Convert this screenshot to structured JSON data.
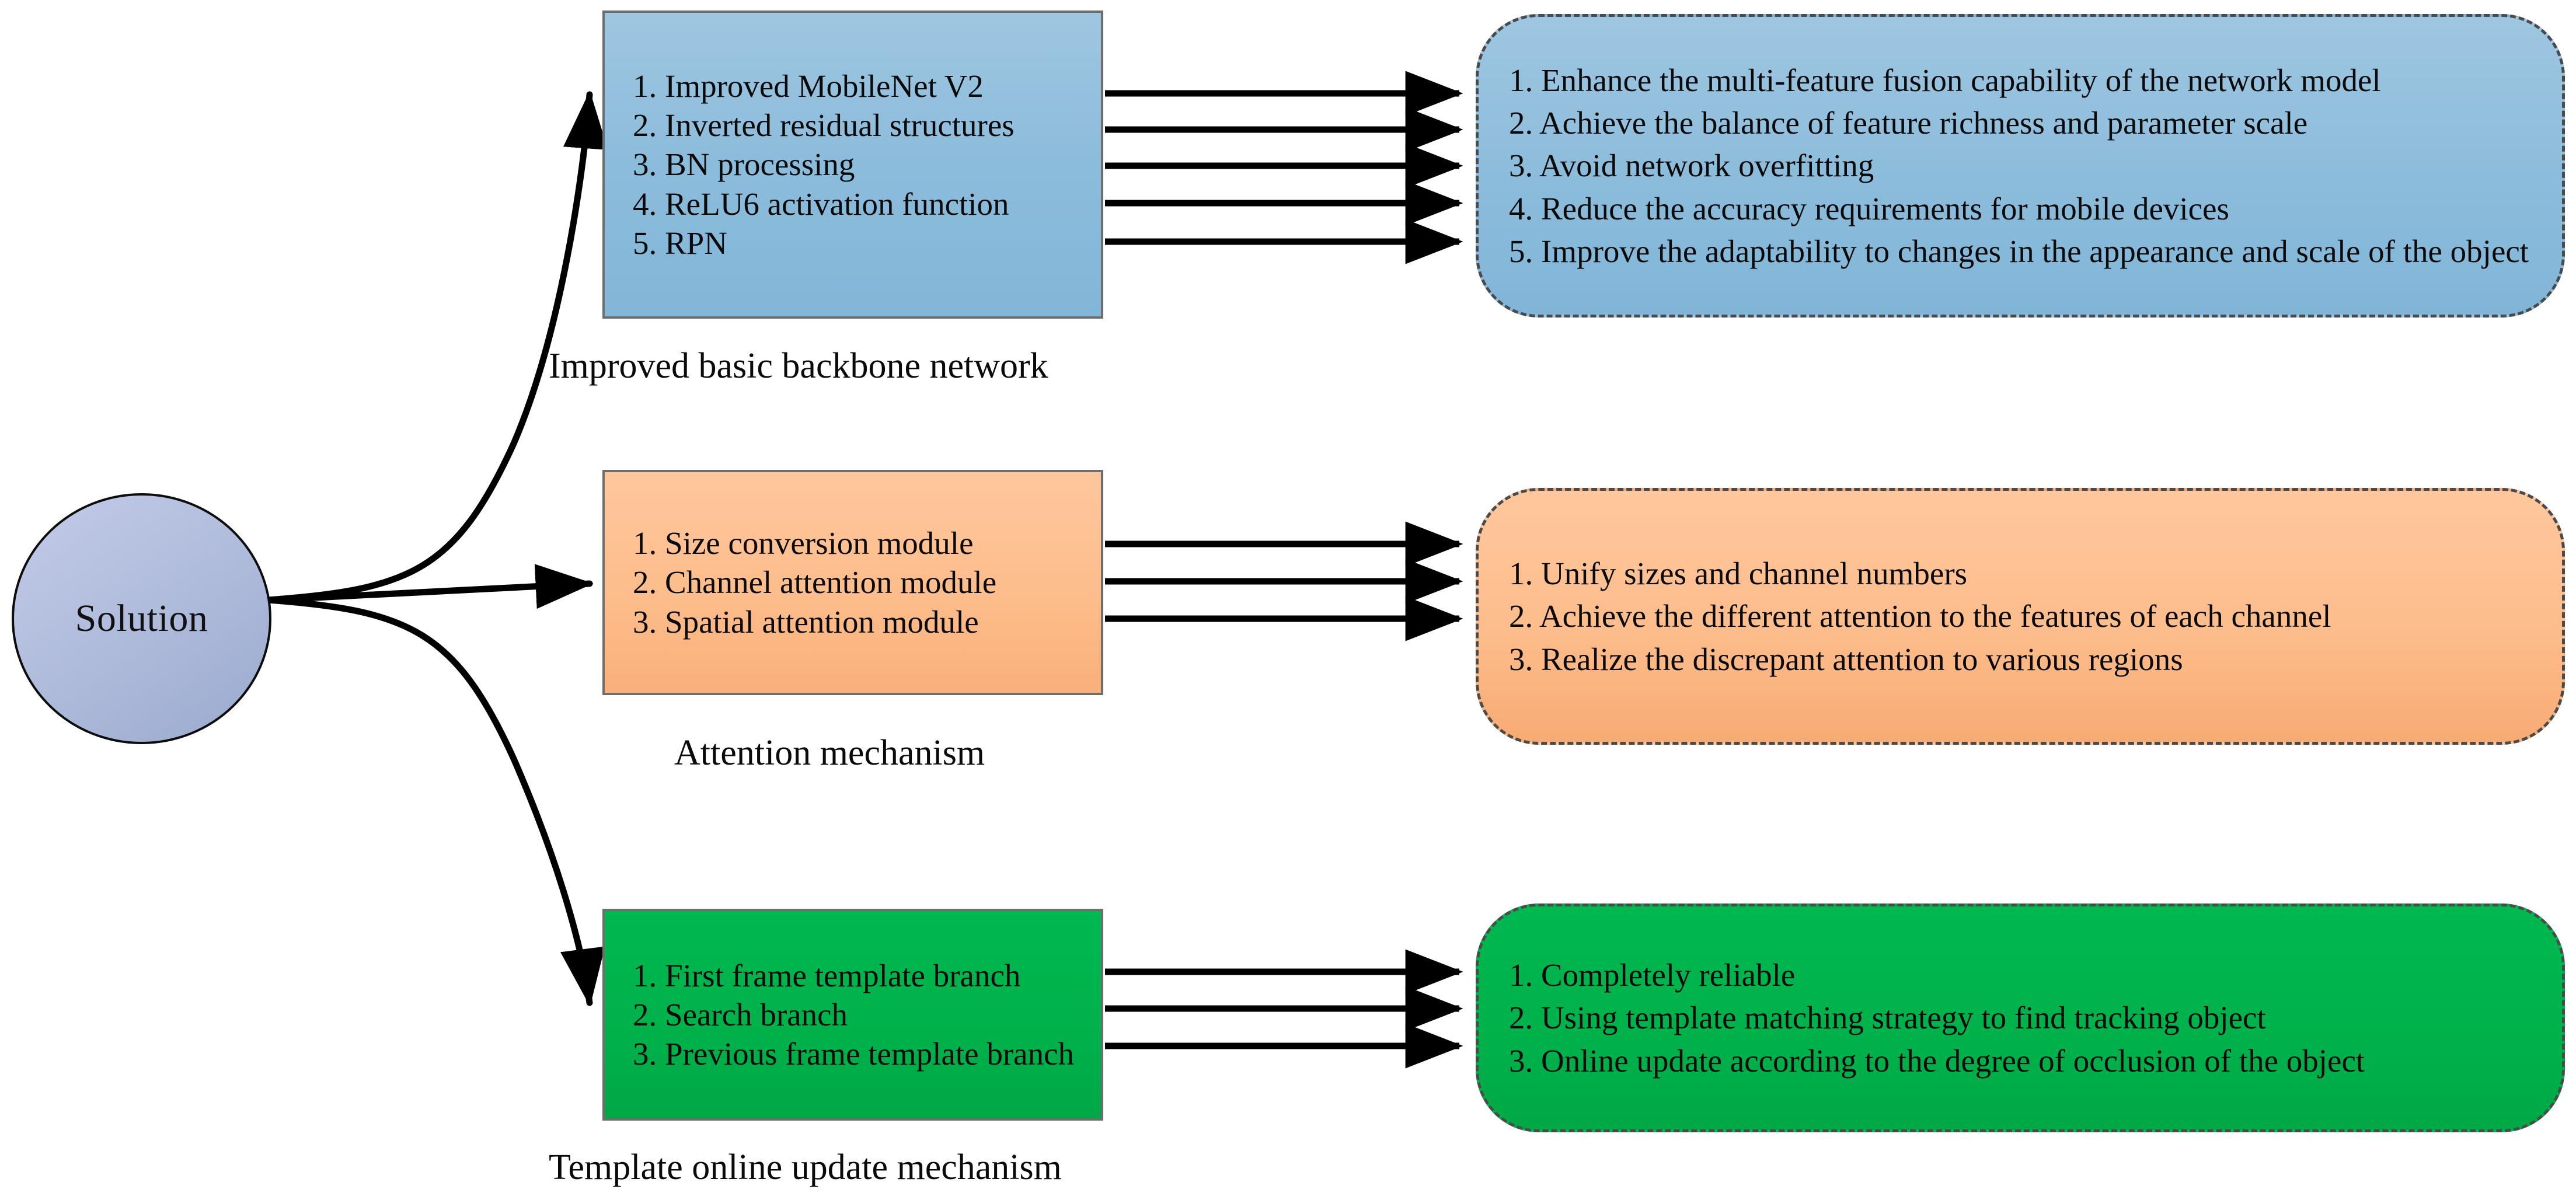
{
  "diagram": {
    "root": {
      "label": "Solution",
      "shape": "ellipse",
      "fill": "#aebada"
    },
    "branches": [
      {
        "id": "backbone",
        "caption": "Improved basic backbone network",
        "color": "#8cbcdb",
        "source_items": [
          "1. Improved MobileNet V2",
          "2. Inverted residual structures",
          "3. BN processing",
          "4. ReLU6 activation function",
          "5. RPN"
        ],
        "target_items": [
          "1. Enhance the multi-feature fusion capability of the network model",
          "2. Achieve the balance of feature richness and parameter scale",
          "3. Avoid network overfitting",
          "4. Reduce the accuracy requirements for mobile devices",
          "5. Improve the adaptability to changes in the appearance and scale of the object"
        ]
      },
      {
        "id": "attention",
        "caption": "Attention mechanism",
        "color": "#fdbd8c",
        "source_items": [
          "1. Size conversion module",
          "2. Channel attention module",
          "3. Spatial attention module"
        ],
        "target_items": [
          "1. Unify sizes and channel numbers",
          "2. Achieve the different attention to the features of each channel",
          "3. Realize the discrepant attention to various regions"
        ]
      },
      {
        "id": "template",
        "caption": "Template online update mechanism",
        "color": "#00b14a",
        "source_items": [
          "1. First frame template branch",
          "2. Search branch",
          "3. Previous frame template branch"
        ],
        "target_items": [
          "1. Completely reliable",
          "2. Using template matching strategy to find tracking object",
          "3. Online update according to the degree of occlusion of the object"
        ]
      }
    ]
  }
}
